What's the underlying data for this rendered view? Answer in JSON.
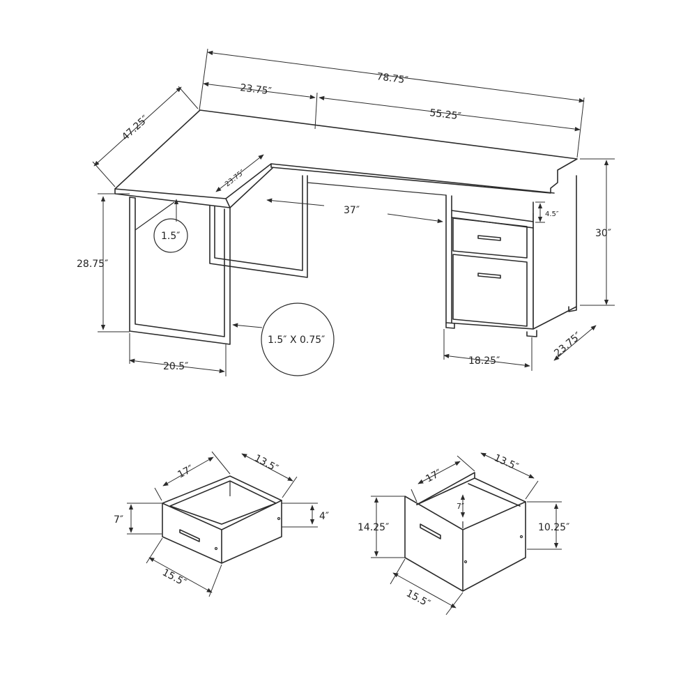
{
  "dimensions": {
    "total_width": "78.75″",
    "left_wing_width": "23.75″",
    "main_width": "55.25″",
    "side_depth": "47.25″",
    "return_depth": "23.75″",
    "knee_width": "37″",
    "desk_height": "30″",
    "leg_height": "28.75″",
    "top_thickness": "1.5″",
    "leg_profile": "1.5″ X 0.75″",
    "frame_width": "20.5″",
    "shelf_height": "4.5″",
    "cabinet_width": "18.25″",
    "cabinet_depth": "23.75″"
  },
  "small_drawer": {
    "width": "17″",
    "depth": "13.5″",
    "front_height": "7″",
    "side_height": "4″",
    "front_width": "15.5″"
  },
  "file_drawer": {
    "width": "17″",
    "depth": "13.5″",
    "inner_height": "7″",
    "front_height": "14.25″",
    "side_height": "10.25″",
    "front_width": "15.5″"
  },
  "colors": {
    "line": "#2b2b2b",
    "background": "#ffffff"
  }
}
